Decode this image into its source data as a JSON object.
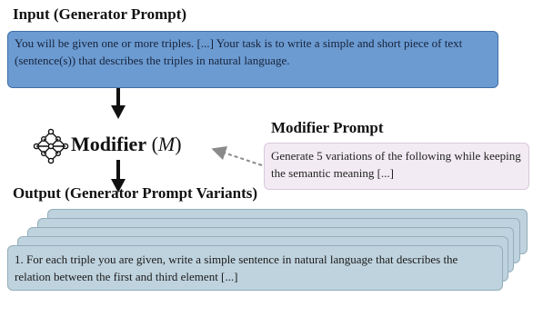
{
  "input": {
    "heading": "Input (Generator Prompt)",
    "text": "You will be given one or more triples. [...] Your task is to write a simple and short piece of text (sentence(s)) that describes the triples in natural language."
  },
  "modifier": {
    "label": "Modifier",
    "math_open": "(",
    "math_symbol": "M",
    "math_close": ")",
    "icon": "neural-network-icon"
  },
  "modifier_prompt": {
    "heading": "Modifier Prompt",
    "text": "Generate 5 variations of the following while keeping the semantic meaning [...]"
  },
  "output": {
    "heading": "Output (Generator Prompt Variants)",
    "variant_count": 5,
    "first_variant_text": "1. For each triple you are given, write a simple sentence in natural language that describes the relation between the first and third element [...]"
  },
  "colors": {
    "input_box": "#6c9bd2",
    "modifier_box": "#f2ebf3",
    "variant_box": "#bfd3de"
  }
}
